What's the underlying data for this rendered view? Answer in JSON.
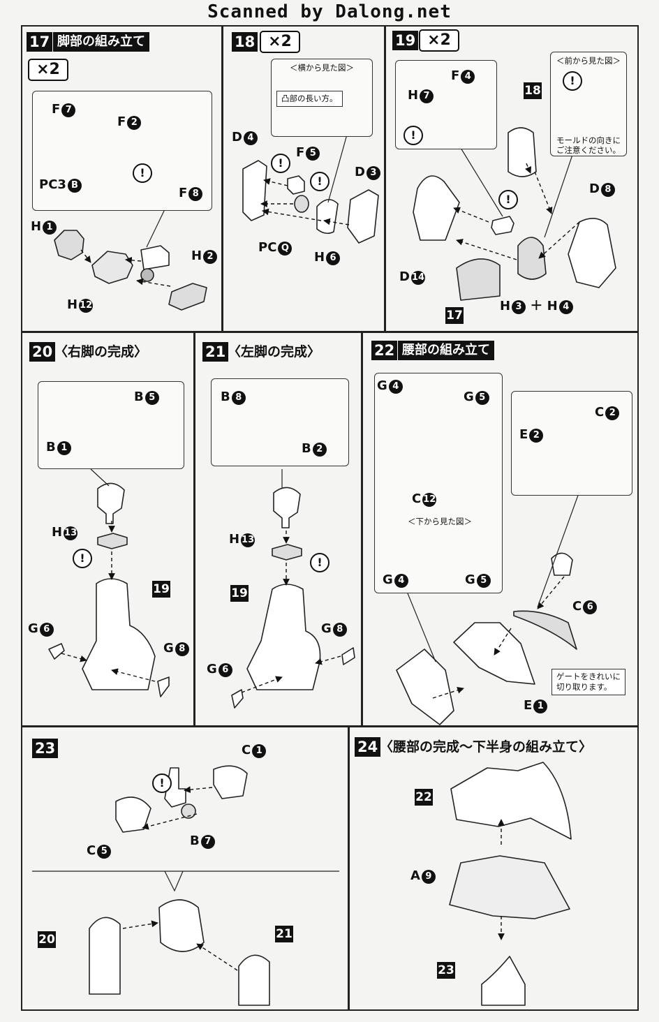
{
  "header": {
    "scan_text": "Scanned by Dalong.net"
  },
  "steps": {
    "s17": {
      "num": "17",
      "title": "脚部の組み立て",
      "times": "×2",
      "labels": {
        "f7": "F",
        "f2": "F",
        "pc3b": "PC3",
        "f8": "F",
        "h1": "H",
        "h12": "H",
        "h2": "H"
      },
      "nums": {
        "f7": "7",
        "f2": "2",
        "pc3b": "B",
        "f8": "8",
        "h1": "1",
        "h12": "12",
        "h2": "2"
      }
    },
    "s18": {
      "num": "18",
      "times": "×2",
      "side_view": "＜横から見た図＞",
      "convex_note": "凸部の長い方。",
      "labels": {
        "d4": "D",
        "f5": "F",
        "d3": "D",
        "pcq": "PC",
        "h6": "H"
      },
      "nums": {
        "d4": "4",
        "f5": "5",
        "d3": "3",
        "pcq": "Q",
        "h6": "6"
      }
    },
    "s19": {
      "num": "19",
      "times": "×2",
      "front_view": "＜前から見た図＞",
      "mold_note_1": "モールドの向きに",
      "mold_note_2": "ご注意ください。",
      "badge_18": "18",
      "badge_17": "17",
      "plus": "＋",
      "labels": {
        "f4": "F",
        "h7": "H",
        "d8": "D",
        "d14": "D",
        "h3": "H",
        "h4": "H"
      },
      "nums": {
        "f4": "4",
        "h7": "7",
        "d8": "8",
        "d14": "14",
        "h3": "3",
        "h4": "4"
      }
    },
    "s20": {
      "num": "20",
      "title": "〈右脚の完成〉",
      "badge_19": "19",
      "labels": {
        "b5": "B",
        "b1": "B",
        "h13": "H",
        "g6": "G",
        "g8": "G"
      },
      "nums": {
        "b5": "5",
        "b1": "1",
        "h13": "13",
        "g6": "6",
        "g8": "8"
      }
    },
    "s21": {
      "num": "21",
      "title": "〈左脚の完成〉",
      "badge_19": "19",
      "labels": {
        "b8": "B",
        "b2": "B",
        "h13": "H",
        "g8": "G",
        "g6": "G"
      },
      "nums": {
        "b8": "8",
        "b2": "2",
        "h13": "13",
        "g8": "8",
        "g6": "6"
      }
    },
    "s22": {
      "num": "22",
      "title": "腰部の組み立て",
      "bottom_view": "＜下から見た図＞",
      "gate_note_1": "ゲートをきれいに",
      "gate_note_2": "切り取ります。",
      "labels": {
        "g4": "G",
        "g5": "G",
        "c12": "C",
        "g4b": "G",
        "g5b": "G",
        "c2": "C",
        "e2": "E",
        "c6": "C",
        "e1": "E"
      },
      "nums": {
        "g4": "4",
        "g5": "5",
        "c12": "12",
        "g4b": "4",
        "g5b": "5",
        "c2": "2",
        "e2": "2",
        "c6": "6",
        "e1": "1"
      }
    },
    "s23": {
      "num": "23",
      "badge_20": "20",
      "badge_21": "21",
      "labels": {
        "c1": "C",
        "c5": "C",
        "b7": "B"
      },
      "nums": {
        "c1": "1",
        "c5": "5",
        "b7": "7"
      }
    },
    "s24": {
      "num": "24",
      "title": "〈腰部の完成～下半身の組み立て〉",
      "badge_22": "22",
      "badge_23": "23",
      "labels": {
        "a9": "A"
      },
      "nums": {
        "a9": "9"
      }
    }
  },
  "caution_symbol": "!"
}
